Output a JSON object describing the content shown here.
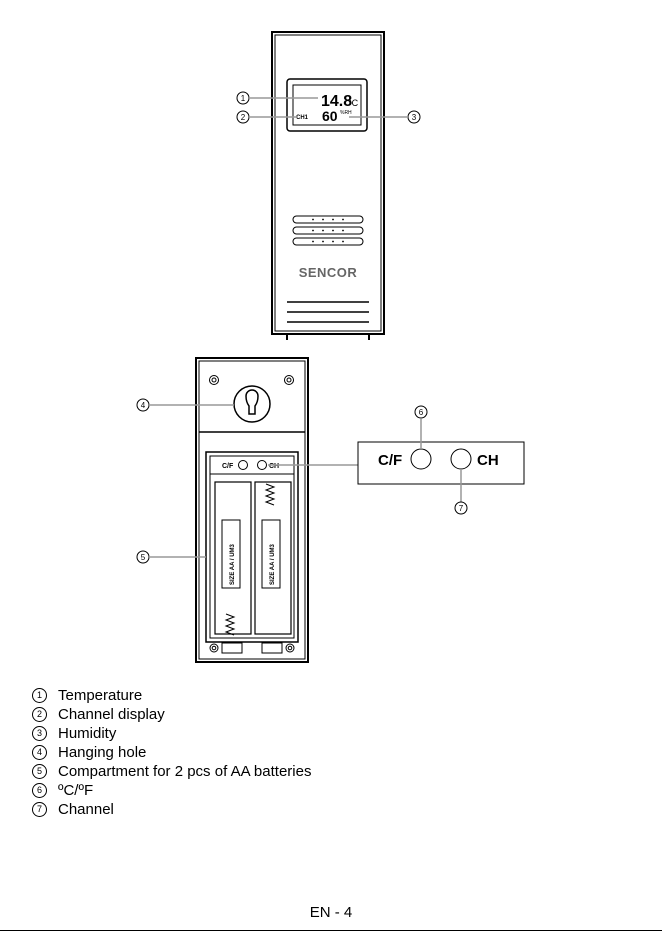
{
  "device": {
    "brand": "SENCOR",
    "lcd": {
      "temperature": "14.8",
      "temp_unit": "°C",
      "channel": "CH1",
      "humidity": "60",
      "humidity_unit": "%RH"
    },
    "compartment": {
      "cf_label": "C/F",
      "ch_label": "CH",
      "battery_label": "SIZE AA / UM3"
    }
  },
  "callouts": [
    "1",
    "2",
    "3",
    "4",
    "5",
    "6",
    "7"
  ],
  "detail": {
    "cf_label": "C/F",
    "ch_label": "CH"
  },
  "legend": [
    {
      "num": "1",
      "text": "Temperature"
    },
    {
      "num": "2",
      "text": "Channel display"
    },
    {
      "num": "3",
      "text": "Humidity"
    },
    {
      "num": "4",
      "text": "Hanging hole"
    },
    {
      "num": "5",
      "text": "Compartment for 2 pcs of AA batteries"
    },
    {
      "num": "6",
      "text": "ºC/ºF"
    },
    {
      "num": "7",
      "text": "Channel"
    }
  ],
  "footer": {
    "page": "EN - 4"
  }
}
